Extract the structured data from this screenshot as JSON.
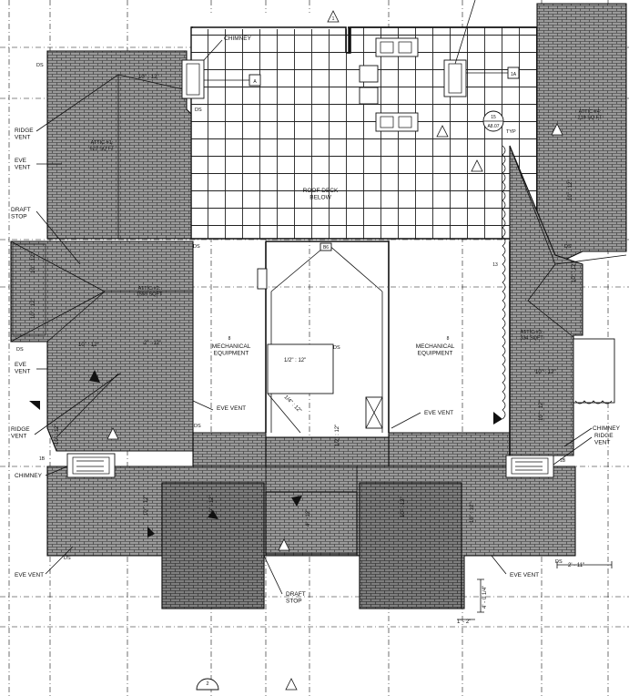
{
  "labels": {
    "chimney_top": "CHIMNEY",
    "ridge_vent_left": "RIDGE\nVENT",
    "eve_vent_left_top": "EVE\nVENT",
    "draft_stop_left": "DRAFT\nSTOP",
    "eve_vent_left_mid": "EVE\nVENT",
    "ridge_vent_left_low": "RIDGE\nVENT",
    "chimney_left": "CHIMNEY",
    "eve_vent_bottom_left": "EVE VENT",
    "draft_stop_bottom": "DRAFT\nSTOP",
    "eve_vent_bottom_right": "EVE VENT",
    "eve_vent_center_left": "EVE VENT",
    "eve_vent_center_right": "EVE VENT",
    "chimney_right": "CHIMNEY",
    "ridge_vent_right": "RIDGE\nVENT",
    "roof_deck": "ROOF DECK\nBELOW",
    "mech_left": "MECHANICAL\nEQUIPMENT",
    "mech_right": "MECHANICAL\nEQUIPMENT",
    "attic1": "ATTIC #1:\n623 SQ FT",
    "attic2": "ATTIC #2:\n1559 SQFT",
    "attic3": "ATTIC #3:\n334 SQFT",
    "attic4": "ATTIC #4:\n219 SQ FT",
    "typ": "TYP",
    "ds": "DS"
  },
  "dimensions": {
    "top_chimney": "10\" : 12\"",
    "left_mid": "10\" : 12\"",
    "center_mid": "2\" : 12\"",
    "center_deck": "1/2\" : 12\"",
    "center_diag": "1/4\" : 12\"",
    "center_vert": "1/2\" : 12\"",
    "right_mid": "10\" : 12\"",
    "bottom_right_h": "2' - 11\"",
    "bottom_right_v": "4' - 0 1/4\"",
    "bottom_small": "1' - 2\"",
    "vert_left_a": "10\" : 12\"",
    "vert_left_b": "10\" : 12\"",
    "vert_left_c": "10\" : 12\"",
    "vert_right_a": "10\" : 12\"",
    "vert_right_b": "10\" : 12\"",
    "vert_right_c": "10\" : 12\"",
    "vert_bottom_a": "10\" : 12\"",
    "vert_bottom_b": "10\" : 12\"",
    "vert_bottom_c": "10\" : 12\"",
    "vert_bottom_d": "4\" : 12\"",
    "vert_bottom_e": "10\" : 12\""
  },
  "tags": {
    "section_mark_num": "15",
    "section_mark_sheet": "A8.07",
    "detail_bottom": "2",
    "grid_tag_top": "1",
    "tag_a": "A",
    "tag_1a": "1A",
    "tag_lower_left": "1B",
    "tag_lower_right": "1B",
    "tag_right_small": "13",
    "tag_mech_l": "8",
    "tag_mech_r": "8",
    "tag_hatch": "B6"
  }
}
